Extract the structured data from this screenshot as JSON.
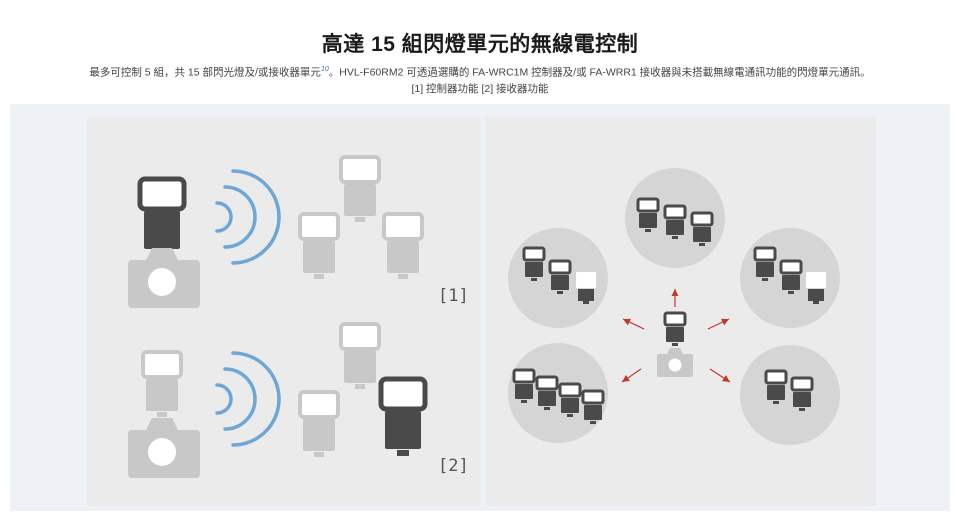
{
  "title": "高達 15 組閃燈單元的無線電控制",
  "description": {
    "line1_pre": "最多可控制 5 組，共 15 部閃光燈及/或接收器單元",
    "footnote": "10",
    "line1_post": "。HVL-F60RM2 可透過選購的 FA-WRC1M 控制器及/或 FA-WRR1 接收器與未搭載無線電通訊功能的閃燈單元通訊。",
    "line2": "[1] 控制器功能 [2] 接收器功能"
  },
  "diagram": {
    "label_1": "[1]",
    "label_2": "[2]"
  },
  "colors": {
    "dark": "#4a4a4a",
    "light": "#c8c8c8",
    "wave": "#6ea6d6",
    "arrow": "#c0392b",
    "circle": "#d5d5d5"
  }
}
